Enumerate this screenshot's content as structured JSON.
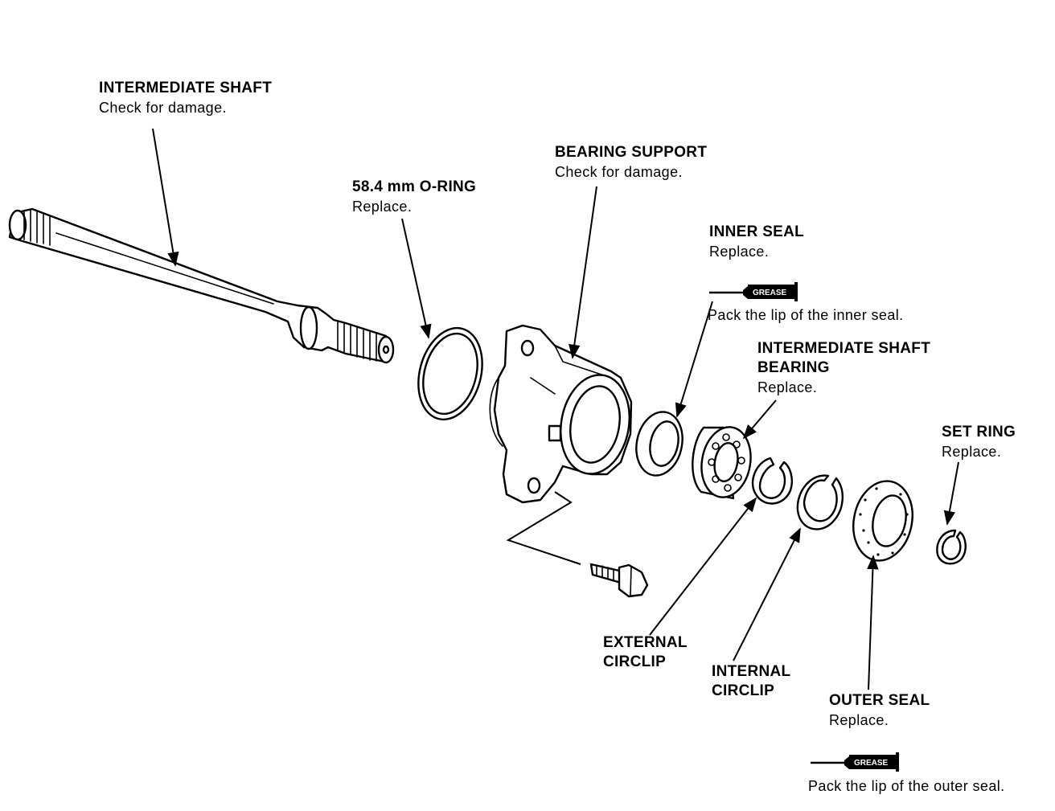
{
  "labels": {
    "intermediate_shaft": {
      "title": "INTERMEDIATE SHAFT",
      "note": "Check for damage."
    },
    "o_ring": {
      "title": "58.4 mm O-RING",
      "note": "Replace."
    },
    "bearing_support": {
      "title": "BEARING SUPPORT",
      "note": "Check for damage."
    },
    "inner_seal": {
      "title": "INNER SEAL",
      "note": "Replace.",
      "grease_note": "Pack the lip of the inner seal."
    },
    "intermediate_shaft_bearing": {
      "title_line1": "INTERMEDIATE SHAFT",
      "title_line2": "BEARING",
      "note": "Replace."
    },
    "set_ring": {
      "title": "SET RING",
      "note": "Replace."
    },
    "external_circlip": {
      "title_line1": "EXTERNAL",
      "title_line2": "CIRCLIP"
    },
    "internal_circlip": {
      "title_line1": "INTERNAL",
      "title_line2": "CIRCLIP"
    },
    "outer_seal": {
      "title": "OUTER SEAL",
      "note": "Replace.",
      "grease_note": "Pack the lip of the outer seal."
    }
  },
  "grease_tube_text": "GREASE",
  "icons": [
    "grease-tube-icon"
  ]
}
